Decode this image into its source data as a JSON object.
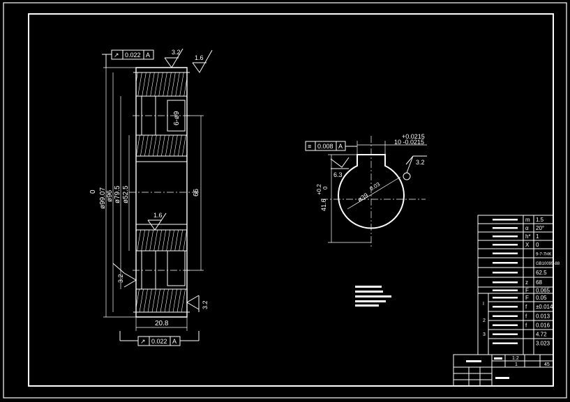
{
  "gear_view": {
    "top_runout": {
      "tolerance": "0.022",
      "datum": "A"
    },
    "bottom_runout": {
      "tolerance": "0.022",
      "datum": "A"
    },
    "roughness_top_left": "3.2",
    "roughness_top_right": "1.6",
    "roughness_bore": "1.6",
    "roughness_left_face": "3.2",
    "roughness_right_face": "3.2",
    "dim_outer_diameter": "ø99.07",
    "dim_outer_diameter_tol": "0",
    "dim_96": "ø96",
    "dim_79": "ø79.5",
    "dim_52": "ø52.5",
    "dim_hole_diameter": "66",
    "dim_holes": "6-ø9",
    "dim_width": "20.8"
  },
  "hub_view": {
    "symmetry": {
      "tolerance": "0.008",
      "datum": "A"
    },
    "keyway_width_upper_tol": "+0.0215",
    "keyway_width_label": "10 -0.0215",
    "bore_label": "ø39",
    "bore_tol": "0.03",
    "hub_depth": "41.6",
    "hub_depth_tol_upper": "+0.2",
    "hub_depth_tol_lower": "0",
    "roughness_keyway": "3.2",
    "roughness_keyway_side": "6.3"
  },
  "param_table": {
    "rows": [
      {
        "symbol": "m",
        "value": "1.5"
      },
      {
        "symbol": "α",
        "value": "20°"
      },
      {
        "symbol": "h*",
        "value": "1"
      },
      {
        "symbol": "X",
        "value": "0"
      },
      {
        "symbol": "",
        "value": "9-7-7HK"
      },
      {
        "symbol": "",
        "value": "GB10095-88"
      },
      {
        "symbol": "",
        "value": "62.5"
      },
      {
        "symbol": "z",
        "value": "68"
      },
      {
        "symbol": "F",
        "value": "0.065"
      },
      {
        "symbol": "F",
        "value": "0.05"
      },
      {
        "symbol": "f",
        "value": "±0.014"
      },
      {
        "symbol": "f",
        "value": "0.013"
      },
      {
        "symbol": "f",
        "value": "0.016"
      },
      {
        "symbol": "",
        "value": "4.72"
      },
      {
        "symbol": "",
        "value": "3.023"
      }
    ],
    "groups": [
      "I",
      "2",
      "3"
    ]
  },
  "title_block": {
    "scale": "1:2",
    "sheet": "1",
    "count": "45"
  }
}
